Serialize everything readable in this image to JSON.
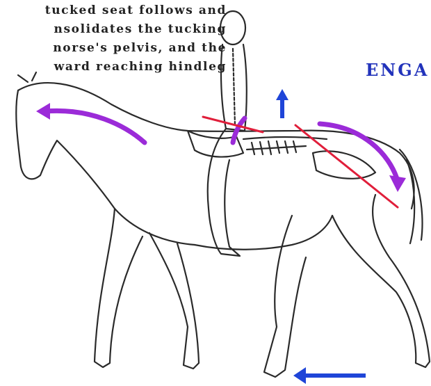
{
  "caption": {
    "lines": [
      "tucked seat follows and",
      "nsolidates the tucking",
      "norse's pelvis, and the",
      "ward reaching hindleg"
    ]
  },
  "label": "ENGA",
  "colors": {
    "line": "#2a2a2a",
    "purple": "#9b2bd8",
    "blue": "#1f45d8",
    "red": "#e01e3a",
    "label": "#2233bb"
  }
}
